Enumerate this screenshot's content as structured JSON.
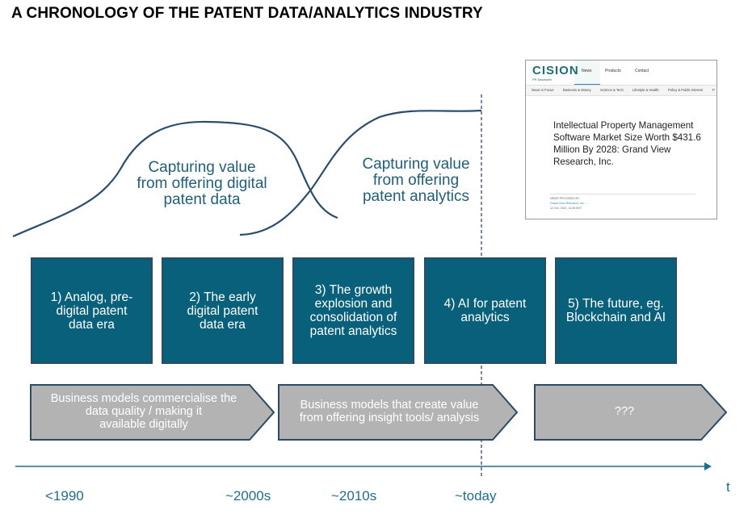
{
  "title": "A CHRONOLOGY OF THE PATENT DATA/ANALYTICS INDUSTRY",
  "curves": {
    "left_label": "Capturing value from offering digital patent data",
    "left_lines": [
      "Capturing value",
      "from offering digital",
      "patent data"
    ],
    "right_label": "Capturing value from offering patent analytics",
    "right_lines": [
      "Capturing value",
      "from offering",
      "patent analytics"
    ]
  },
  "eras": [
    {
      "lines": [
        "1) Analog, pre-",
        "digital patent",
        "data era"
      ]
    },
    {
      "lines": [
        "2) The early",
        "digital patent",
        "data era"
      ]
    },
    {
      "lines": [
        "3) The growth",
        "explosion and",
        "consolidation of",
        "patent analytics"
      ]
    },
    {
      "lines": [
        "4) AI for patent",
        "analytics"
      ]
    },
    {
      "lines": [
        "5) The future, eg.",
        "Blockchain and AI"
      ]
    }
  ],
  "arrows": [
    {
      "lines": [
        "Business models commercialise the",
        "data quality / making it",
        "available digitally"
      ]
    },
    {
      "lines": [
        "Business models that create value",
        "from offering insight tools/ analysis"
      ]
    },
    {
      "lines": [
        "???"
      ]
    }
  ],
  "timeline": {
    "ticks": [
      "<1990",
      "~2000s",
      "~2010s",
      "~today"
    ],
    "axis_label": "t"
  },
  "press_card": {
    "logo": "CISION",
    "logo_sub": "PR Newswire",
    "nav": [
      "News",
      "Products",
      "Contact"
    ],
    "subnav": [
      "News in Focus",
      "Business & Money",
      "Science & Tech",
      "Lifestyle & Health",
      "Policy & Public Interest",
      "P"
    ],
    "headline": "Intellectual Property Management Software Market Size Worth $431.6 Million By 2028: Grand View Research, Inc.",
    "provided_by": "NEWS PROVIDED BY",
    "provider": "Grand View Research, Inc. →",
    "date": "12 Oct, 2021, 11:05 BST"
  },
  "colors": {
    "era_fill": "#09607a",
    "era_border": "#2c4a63",
    "arrow_fill": "#b3b3b3",
    "arrow_border": "#2c4a63",
    "curve": "#2b4c6f",
    "text_teal": "#1f5f78",
    "axis": "#1a6e8e"
  }
}
